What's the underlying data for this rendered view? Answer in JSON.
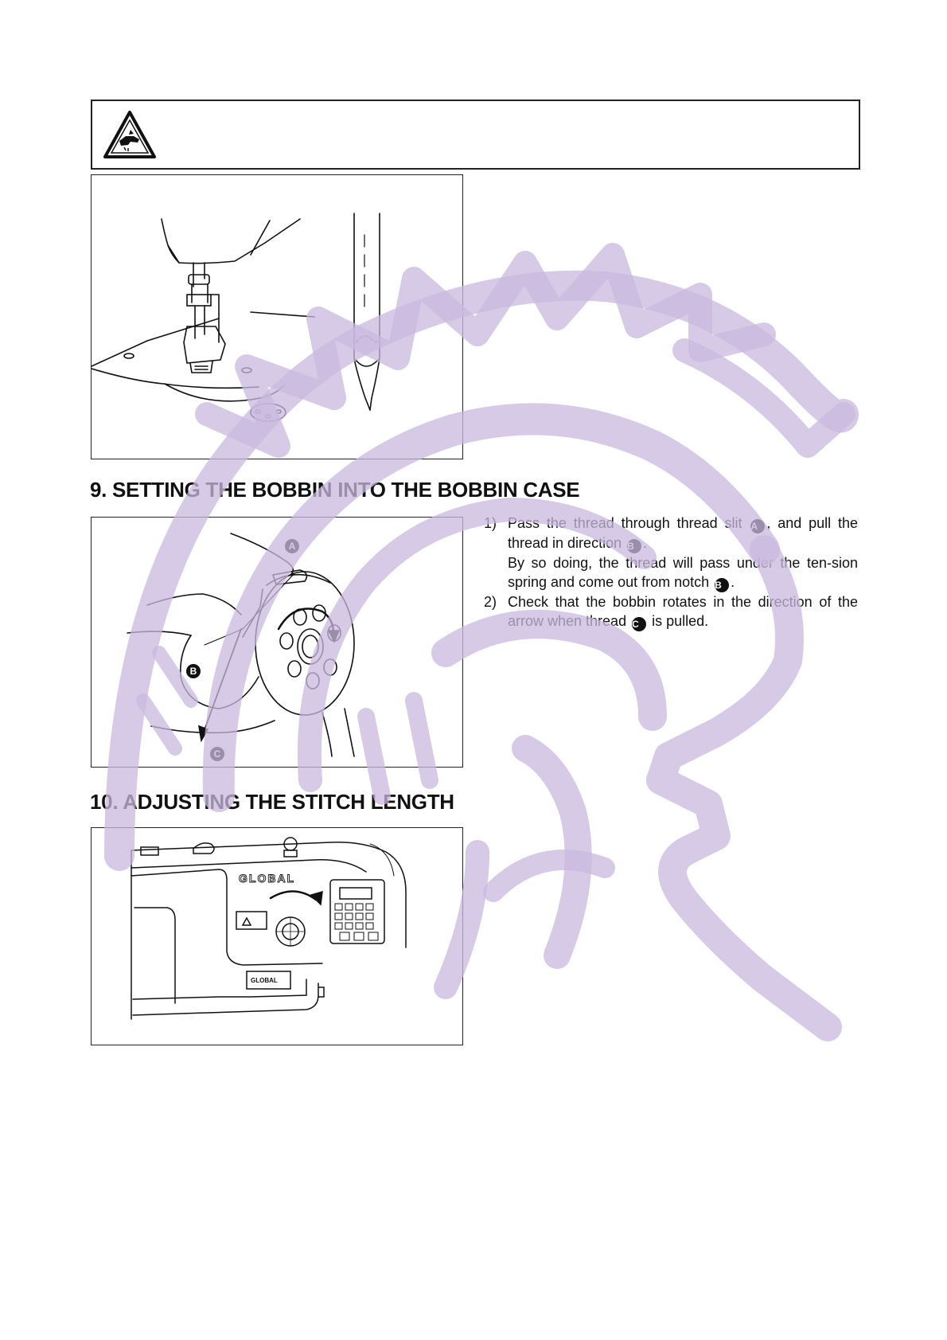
{
  "section9": {
    "title": "9. SETTING THE BOBBIN INTO THE BOBBIN CASE",
    "figure_labels": {
      "a": "A",
      "b": "B",
      "c": "C"
    },
    "steps": [
      {
        "num": "1)",
        "part1": "Pass the thread through thread slit",
        "badge1": "A",
        "part2": ", and pull the thread in direction",
        "badge2": "B",
        "part3": ".",
        "part4": "By so doing, the thread will pass under the ten-sion spring and come out from notch",
        "badge3": "B",
        "part5": "."
      },
      {
        "num": "2)",
        "part1": "Check that the bobbin rotates in the direction of the arrow when thread",
        "badge1": "C",
        "part2": "is pulled."
      }
    ]
  },
  "section10": {
    "title": "10. ADJUSTING THE STITCH LENGTH",
    "brand_label": "GLOBAL",
    "plate_label": "GLOBAL"
  },
  "colors": {
    "watermark": "#c9b8dd",
    "ink": "#111111"
  }
}
